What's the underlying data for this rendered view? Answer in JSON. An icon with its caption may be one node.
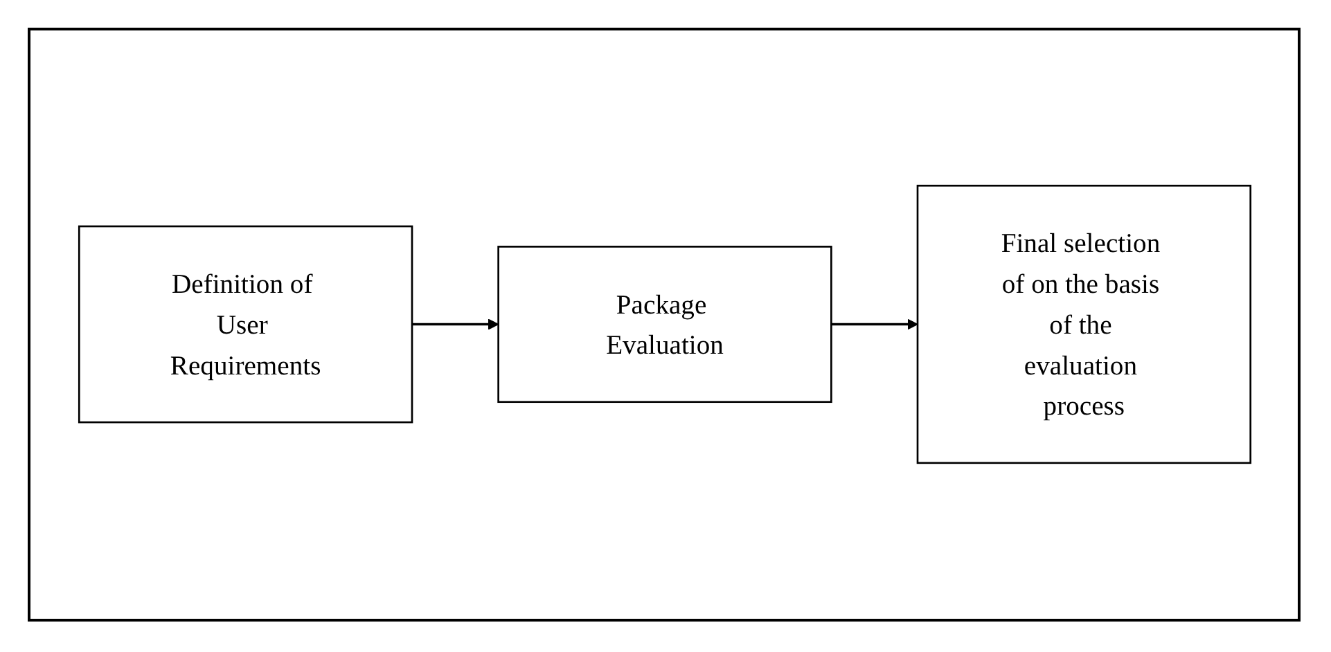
{
  "diagram": {
    "nodes": [
      {
        "text": [
          "Definition of User Requirements"
        ]
      },
      {
        "text": [
          "Package Evaluation"
        ]
      },
      {
        "text": [
          "Final selection of on the basis of the evaluation process"
        ]
      }
    ],
    "edges": [
      {
        "from": 0,
        "to": 1,
        "arrow": "to"
      },
      {
        "from": 1,
        "to": 2,
        "arrow": "to"
      }
    ]
  }
}
